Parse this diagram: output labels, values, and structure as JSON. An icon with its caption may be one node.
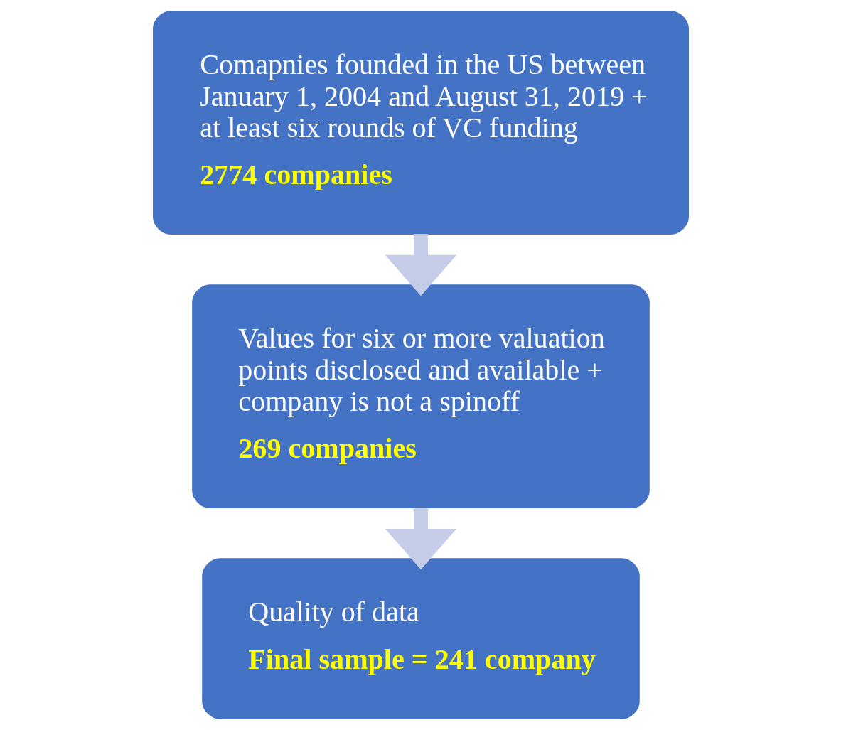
{
  "diagram": {
    "nodes": [
      {
        "text": [
          "Comapnies founded in the US between January 1, 2004 and August 31, 2019 + at least six rounds of VC funding",
          "2774 companies"
        ]
      },
      {
        "text": [
          "Values for six or more valuation points disclosed and available + company is not a spinoff",
          "269 companies"
        ]
      },
      {
        "text": [
          "Quality of data",
          "Final sample = 241 company"
        ]
      }
    ],
    "edges": [
      {
        "from": 0,
        "to": 1,
        "arrow": "to"
      },
      {
        "from": 1,
        "to": 2,
        "arrow": "to"
      }
    ]
  }
}
